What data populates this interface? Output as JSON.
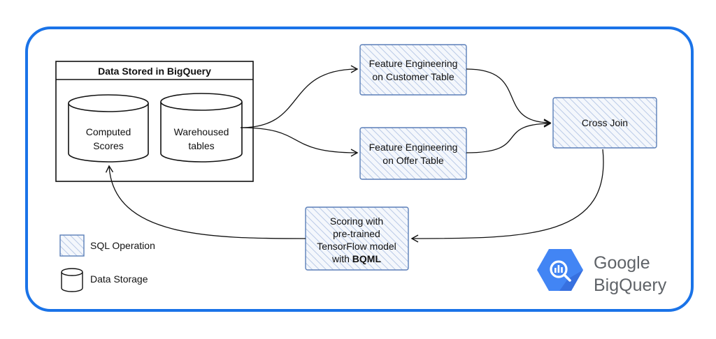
{
  "container": {
    "title": "Data Stored in BigQuery"
  },
  "storage": [
    {
      "line1": "Computed",
      "line2": "Scores"
    },
    {
      "line1": "Warehoused",
      "line2": "tables"
    }
  ],
  "operations": {
    "customer": {
      "line1": "Feature Engineering",
      "line2": "on Customer Table"
    },
    "offer": {
      "line1": "Feature Engineering",
      "line2": "on Offer Table"
    },
    "cross_join": {
      "label": "Cross Join"
    },
    "scoring": {
      "line1": "Scoring with",
      "line2": "pre-trained",
      "line3": "TensorFlow model",
      "line4_prefix": "with ",
      "line4_bold": "BQML"
    }
  },
  "legend": {
    "sql": "SQL Operation",
    "storage": "Data Storage"
  },
  "logo": {
    "line1": "Google",
    "line2": "BigQuery"
  },
  "colors": {
    "frame": "#1a73e8",
    "op_border": "#5b7fb8",
    "op_fill": "#eef2fa",
    "hatch": "#b9c9e6",
    "logo_hex": "#4285f4",
    "logo_text": "#5f6368"
  }
}
